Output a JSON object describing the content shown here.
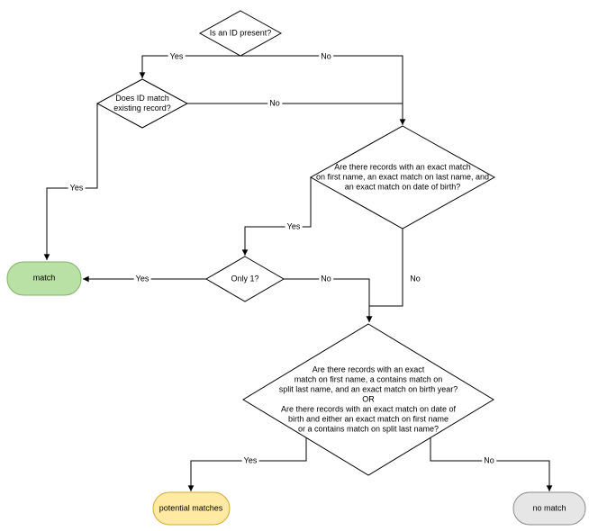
{
  "diagram": {
    "background": "#ffffff",
    "node_fill": "#ffffff",
    "node_stroke": "#000000",
    "line_color": "#000000",
    "nodes": {
      "is_id_present": {
        "label": "Is an ID present?"
      },
      "does_id_match": {
        "label": "Does ID match\nexisting record?"
      },
      "exact_match_q": {
        "label": "Are there records with an exact match\non first name, an exact match on last name, and\nan exact match on date of birth?"
      },
      "only_one": {
        "label": "Only 1?"
      },
      "fuzzy_match_q": {
        "label": "Are there records with an exact\nmatch on first name, a contains match on\nsplit last name, and an exact match on birth year?\nOR\nAre there records with an exact match on date of\nbirth and either an exact match on first name\nor a contains match on split last name?"
      },
      "match": {
        "label": "match",
        "fill": "#b9e0a5",
        "stroke": "#82b366"
      },
      "potential_matches": {
        "label": "potential matches",
        "fill": "#ffe9a3",
        "stroke": "#d6a93c"
      },
      "no_match": {
        "label": "no match",
        "fill": "#e6e6e6",
        "stroke": "#8a8a8a"
      }
    },
    "edge_labels": {
      "id_present_yes": "Yes",
      "id_present_no": "No",
      "id_match_yes": "Yes",
      "id_match_no": "No",
      "exact_match_yes": "Yes",
      "exact_match_no": "No",
      "only_one_yes": "Yes",
      "only_one_no": "No",
      "fuzzy_yes": "Yes",
      "fuzzy_no": "No"
    }
  }
}
